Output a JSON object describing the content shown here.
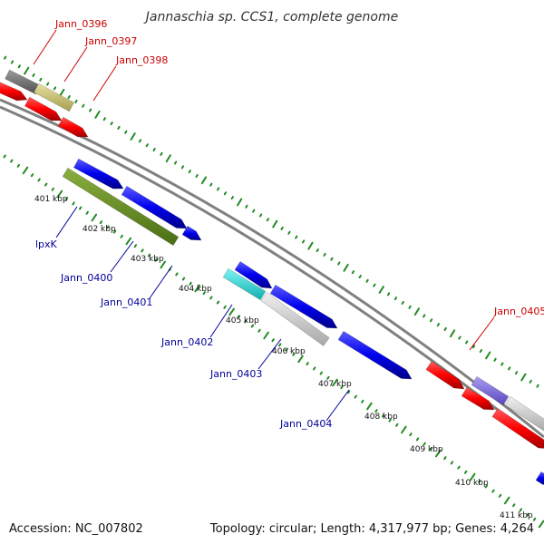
{
  "title": "Jannaschia sp. CCS1, complete genome",
  "footer": {
    "accession": "Accession: NC_007802",
    "topology": "Topology: circular; Length: 4,317,977 bp; Genes: 4,264"
  },
  "colors": {
    "forward_label": "#cc0000",
    "reverse_label": "#000099",
    "tick": "#228b22",
    "backbone": "#808080"
  },
  "kbp_ticks": [
    "401 kbp",
    "402 kbp",
    "403 kbp",
    "404 kbp",
    "405 kbp",
    "406 kbp",
    "407 kbp",
    "408 kbp",
    "409 kbp",
    "410 kbp",
    "411 kbp"
  ],
  "gene_labels": {
    "top": [
      "Jann_0396",
      "Jann_0397",
      "Jann_0398",
      "Jann_0405"
    ],
    "bottom": [
      "lpxK",
      "Jann_0400",
      "Jann_0401",
      "Jann_0402",
      "Jann_0403",
      "Jann_0404"
    ]
  }
}
